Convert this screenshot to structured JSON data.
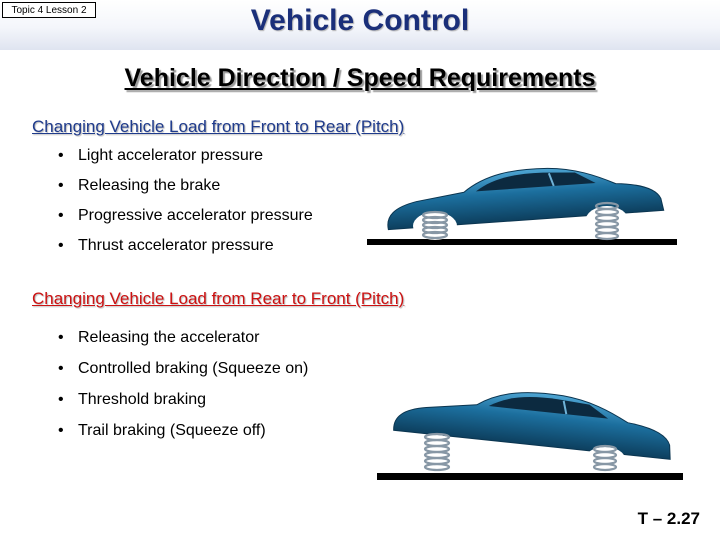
{
  "header": {
    "topic_tag": "Topic 4 Lesson 2",
    "title": "Vehicle Control"
  },
  "subtitle": "Vehicle Direction / Speed Requirements",
  "sections": [
    {
      "heading": "Changing Vehicle Load from Front to Rear (Pitch)",
      "heading_color": "#1f3b8c",
      "bullets": [
        "Light accelerator pressure",
        "Releasing the brake",
        "Progressive accelerator pressure",
        "Thrust accelerator pressure"
      ],
      "illustration": "car-squatting-rear-icon"
    },
    {
      "heading": "Changing Vehicle Load from Rear to Front (Pitch)",
      "heading_color": "#cc1111",
      "bullets": [
        "Releasing the accelerator",
        "Controlled braking (Squeeze on)",
        "Threshold braking",
        "Trail braking (Squeeze off)"
      ],
      "illustration": "car-nose-diving-icon"
    }
  ],
  "bullet_glyph": "•",
  "page_number": "T – 2.27",
  "colors": {
    "title": "#1a2f7a",
    "car_body": "#1c6f9e",
    "spring": "#9aaab8"
  }
}
